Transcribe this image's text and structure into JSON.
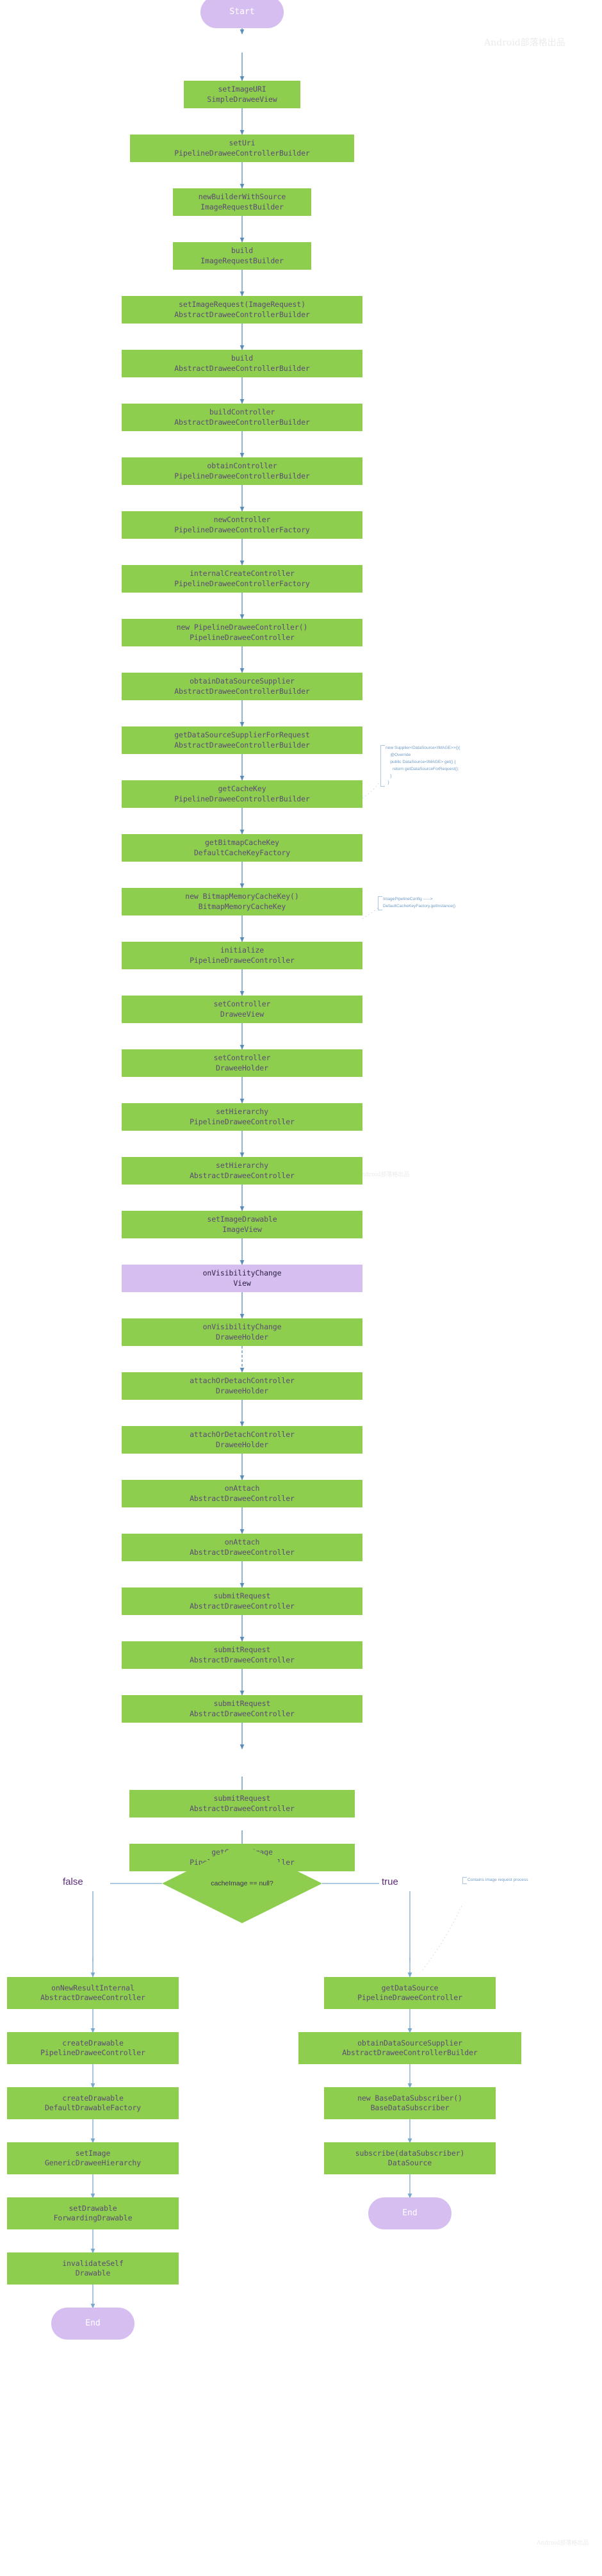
{
  "diagram": {
    "title": "Fresco SimpleDraweeView setImageURI call flow",
    "colors": {
      "process_fill": "#8ece4f",
      "terminal_fill": "#d6bff0",
      "highlight_fill": "#d6bff0",
      "node_text": "#5b4a73",
      "edge_stroke": "#5b8db8",
      "note_text": "#6f9cc8",
      "edge_label_text": "#5e2a7e",
      "watermark_text": "#ebebeb",
      "background": "#ffffff"
    },
    "watermarks": [
      {
        "text": "Android部落格出品",
        "position": "top-right"
      },
      {
        "text": "Android部落格出品",
        "position": "middle-right"
      },
      {
        "text": "Android部落格出品",
        "position": "bottom-right"
      }
    ],
    "nodes": [
      {
        "id": "start",
        "kind": "terminal",
        "line1": "Start",
        "line2": ""
      },
      {
        "id": "n1",
        "kind": "process",
        "line1": "setImageURI",
        "line2": "SimpleDraweeView"
      },
      {
        "id": "n2",
        "kind": "process",
        "line1": "setUri",
        "line2": "PipelineDraweeControllerBuilder"
      },
      {
        "id": "n3",
        "kind": "process",
        "line1": "newBuilderWithSource",
        "line2": "ImageRequestBuilder"
      },
      {
        "id": "n4",
        "kind": "process",
        "line1": "build",
        "line2": "ImageRequestBuilder"
      },
      {
        "id": "n5",
        "kind": "process",
        "line1": "setImageRequest(ImageRequest)",
        "line2": "AbstractDraweeControllerBuilder"
      },
      {
        "id": "n6",
        "kind": "process",
        "line1": "build",
        "line2": "AbstractDraweeControllerBuilder"
      },
      {
        "id": "n7",
        "kind": "process",
        "line1": "buildController",
        "line2": "AbstractDraweeControllerBuilder"
      },
      {
        "id": "n8",
        "kind": "process",
        "line1": "obtainController",
        "line2": "PipelineDraweeControllerBuilder"
      },
      {
        "id": "n9",
        "kind": "process",
        "line1": "newController",
        "line2": "PipelineDraweeControllerFactory"
      },
      {
        "id": "n10",
        "kind": "process",
        "line1": "internalCreateController",
        "line2": "PipelineDraweeControllerFactory"
      },
      {
        "id": "n11",
        "kind": "process",
        "line1": "new PipelineDraweeController()",
        "line2": "PipelineDraweeController"
      },
      {
        "id": "n12",
        "kind": "process",
        "line1": "obtainDataSourceSupplier",
        "line2": "AbstractDraweeControllerBuilder"
      },
      {
        "id": "n13",
        "kind": "process",
        "line1": "getDataSourceSupplierForRequest",
        "line2": "AbstractDraweeControllerBuilder"
      },
      {
        "id": "n14",
        "kind": "process",
        "line1": "getCacheKey",
        "line2": "PipelineDraweeControllerBuilder"
      },
      {
        "id": "n15",
        "kind": "process",
        "line1": "getBitmapCacheKey",
        "line2": "DefaultCacheKeyFactory"
      },
      {
        "id": "n16",
        "kind": "process",
        "line1": "new BitmapMemoryCacheKey()",
        "line2": "BitmapMemoryCacheKey"
      },
      {
        "id": "n17",
        "kind": "process",
        "line1": "initialize",
        "line2": "PipelineDraweeController"
      },
      {
        "id": "n18",
        "kind": "process",
        "line1": "setController",
        "line2": "DraweeView"
      },
      {
        "id": "n19",
        "kind": "process",
        "line1": "setController",
        "line2": "DraweeHolder"
      },
      {
        "id": "n20",
        "kind": "process",
        "line1": "setHierarchy",
        "line2": "PipelineDraweeController"
      },
      {
        "id": "n21",
        "kind": "process",
        "line1": "setHierarchy",
        "line2": "AbstractDraweeController"
      },
      {
        "id": "n22",
        "kind": "process",
        "line1": "setImageDrawable",
        "line2": "ImageView"
      },
      {
        "id": "n23",
        "kind": "highlight",
        "line1": "onVisibilityChange",
        "line2": "View"
      },
      {
        "id": "n24",
        "kind": "process",
        "line1": "onVisibilityChange",
        "line2": "DraweeHolder"
      },
      {
        "id": "n25",
        "kind": "process",
        "line1": "attachOrDetachController",
        "line2": "DraweeHolder"
      },
      {
        "id": "n26",
        "kind": "process",
        "line1": "attachOrDetachController",
        "line2": "DraweeHolder"
      },
      {
        "id": "n27",
        "kind": "process",
        "line1": "onAttach",
        "line2": "AbstractDraweeController"
      },
      {
        "id": "n28",
        "kind": "process",
        "line1": "onAttach",
        "line2": "AbstractDraweeController"
      },
      {
        "id": "n29",
        "kind": "process",
        "line1": "submitRequest",
        "line2": "AbstractDraweeController"
      },
      {
        "id": "n30",
        "kind": "process",
        "line1": "getCachedImage",
        "line2": "PipelineDraweeController"
      },
      {
        "id": "d1",
        "kind": "decision",
        "line1": "cacheImage == null?",
        "line2": ""
      },
      {
        "id": "f1",
        "kind": "process",
        "line1": "onNewResultInternal",
        "line2": "AbstractDraweeController"
      },
      {
        "id": "f2",
        "kind": "process",
        "line1": "createDrawable",
        "line2": "PipelineDraweeController"
      },
      {
        "id": "f3",
        "kind": "process",
        "line1": "createDrawable",
        "line2": "DefaultDrawableFactory"
      },
      {
        "id": "f4",
        "kind": "process",
        "line1": "setImage",
        "line2": "GenericDraweeHierarchy"
      },
      {
        "id": "f5",
        "kind": "process",
        "line1": "setDrawable",
        "line2": "ForwardingDrawable"
      },
      {
        "id": "f6",
        "kind": "process",
        "line1": "invalidateSelf",
        "line2": "Drawable"
      },
      {
        "id": "end_false",
        "kind": "terminal",
        "line1": "End",
        "line2": ""
      },
      {
        "id": "t1",
        "kind": "process",
        "line1": "getDataSource",
        "line2": "PipelineDraweeController"
      },
      {
        "id": "t2",
        "kind": "process",
        "line1": "obtainDataSourceSupplier",
        "line2": "AbstractDraweeControllerBuilder"
      },
      {
        "id": "t3",
        "kind": "process",
        "line1": "new BaseDataSubscriber()",
        "line2": "BaseDataSubscriber"
      },
      {
        "id": "t4",
        "kind": "process",
        "line1": "subscribe(dataSubscriber)",
        "line2": "DataSource"
      },
      {
        "id": "end_true",
        "kind": "terminal",
        "line1": "End",
        "line2": ""
      }
    ],
    "edge_labels": {
      "false": "false",
      "true": "true"
    },
    "notes": [
      {
        "id": "note-supplier",
        "attached_to": "getDataSourceSupplierForRequest",
        "text": "new Supplier<DataSource<IMAGE>>(){\n    @Override\n    public DataSource<IMAGE> get() {\n      return getDataSourceForRequest();\n    }\n  }"
      },
      {
        "id": "note-cachekey",
        "attached_to": "getBitmapCacheKey",
        "text": "ImagePipelineConfig ----->\nDefaultCacheKeyFactory.getInstance()"
      },
      {
        "id": "note-request-process",
        "attached_to": "true-branch",
        "text": "Contains image request process"
      }
    ]
  }
}
